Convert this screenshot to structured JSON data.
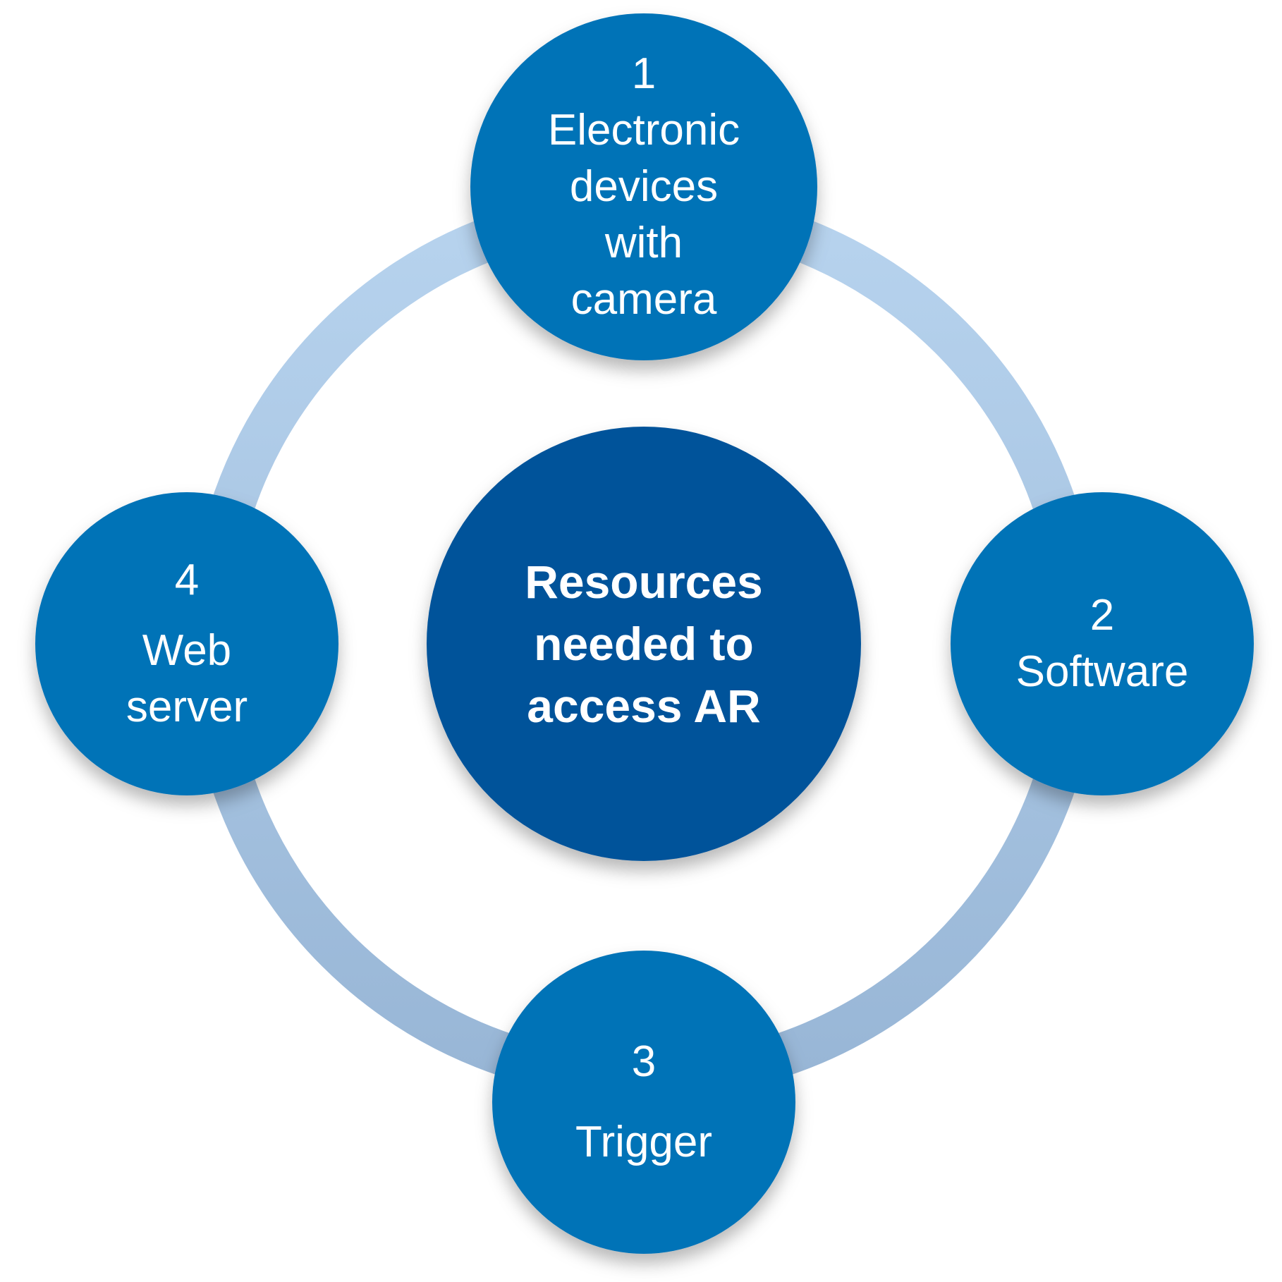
{
  "diagram": {
    "colors": {
      "ring": "#b0cde9",
      "ring_shade": "#9db7d6",
      "outer_node": "#0073b7",
      "center_node": "#00539a",
      "text": "#ffffff",
      "background": "#ffffff"
    },
    "center": {
      "lines": [
        "Resources",
        "needed to",
        "access AR"
      ]
    },
    "nodes": [
      {
        "number": "1",
        "lines": [
          "Electronic",
          "devices",
          "with",
          "camera"
        ]
      },
      {
        "number": "2",
        "lines": [
          "Software"
        ]
      },
      {
        "number": "3",
        "lines": [
          "Trigger"
        ]
      },
      {
        "number": "4",
        "lines": [
          "Web",
          "server"
        ]
      }
    ]
  }
}
